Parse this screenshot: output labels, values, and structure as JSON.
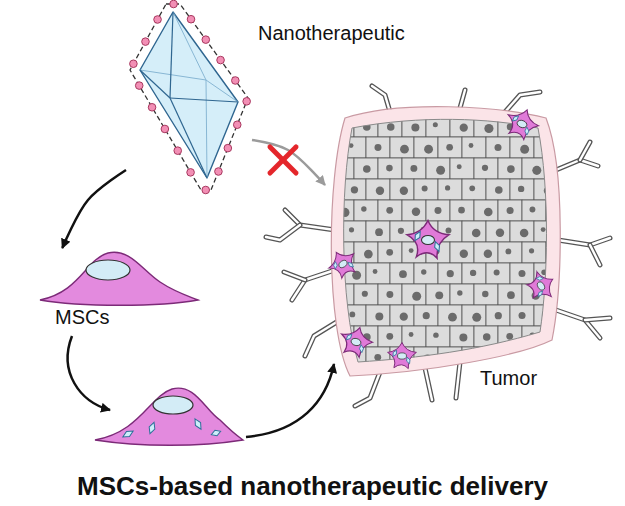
{
  "diagram": {
    "title": "MSCs-based nanotherapeutic delivery",
    "nodes": [
      {
        "text": [
          "Nanotherapeutic"
        ]
      },
      {
        "text": [
          "MSCs"
        ]
      },
      {
        "text": [
          "Tumor"
        ]
      }
    ],
    "edges": [
      {
        "from": 0,
        "to": 1,
        "arrow": "to"
      },
      {
        "from": 0,
        "to": 2,
        "arrow": "to"
      }
    ]
  }
}
